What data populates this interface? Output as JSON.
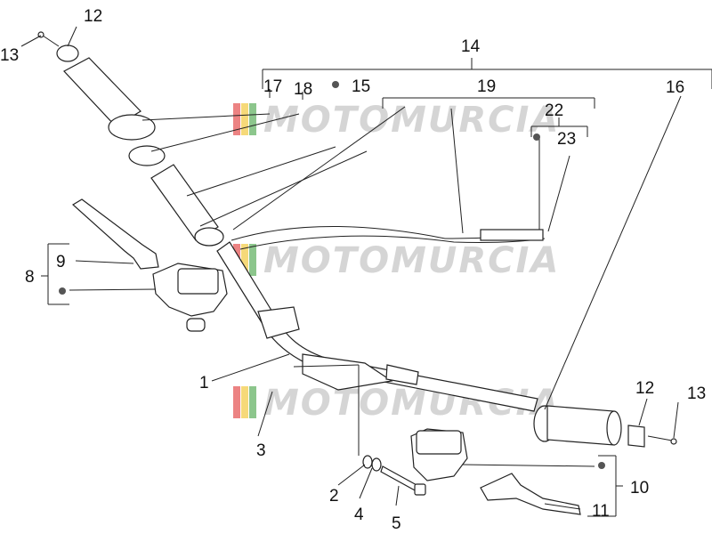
{
  "watermark": {
    "text": "MOTOMURCIA",
    "stripe_colors": [
      "#e03030",
      "#f0c020",
      "#40a040",
      "#4060c0"
    ]
  },
  "callouts": {
    "c1": "1",
    "c2": "2",
    "c3": "3",
    "c4": "4",
    "c5": "5",
    "c8": "8",
    "c9": "9",
    "c10": "10",
    "c11": "11",
    "c12_left": "12",
    "c12_right": "12",
    "c13_left": "13",
    "c13_right": "13",
    "c14": "14",
    "c15": "15",
    "c16": "16",
    "c17": "17",
    "c18": "18",
    "c19": "19",
    "c22": "22",
    "c23": "23"
  }
}
